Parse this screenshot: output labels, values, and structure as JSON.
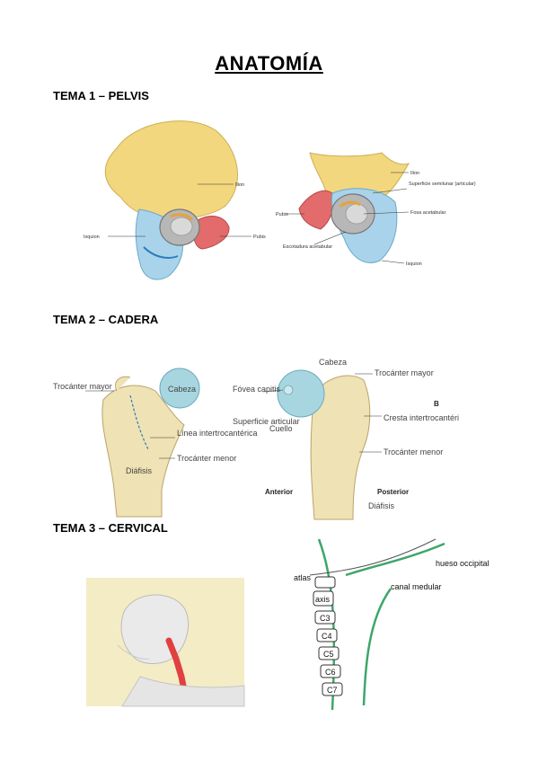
{
  "document": {
    "title": "ANATOMÍA",
    "sections": [
      {
        "heading": "TEMA 1 – PELVIS"
      },
      {
        "heading": "TEMA 2 – CADERA"
      },
      {
        "heading": "TEMA 3 – CERVICAL"
      }
    ]
  },
  "pelvis_lateral": {
    "labels": [
      "Ilion",
      "Isquion",
      "Pubis"
    ]
  },
  "pelvis_acetabulum": {
    "labels": [
      "Ilion",
      "Superficie semilunar (articular)",
      "Pubis",
      "Fosa acetabular",
      "Escotadura acetabular",
      "Isquion"
    ]
  },
  "femur_anterior": {
    "labels": [
      "Trocánter mayor",
      "Cabeza",
      "Línea intertrocantérica",
      "Trocánter menor",
      "Diáfisis"
    ]
  },
  "femur_posterior": {
    "labels": [
      "Cabeza",
      "Trocánter mayor",
      "Fóvea capitis",
      "Superficie articular",
      "Cuello",
      "Cresta intertrocantéri",
      "Trocánter menor",
      "Diáfisis",
      "Anterior",
      "Posterior",
      "B"
    ]
  },
  "cervical_spine": {
    "labels": [
      "atlas",
      "axis",
      "C3",
      "C4",
      "C5",
      "C6",
      "C7",
      "hueso occipital",
      "canal medular"
    ]
  },
  "colors": {
    "ilium": "#f2d77e",
    "ischium": "#a9d3ea",
    "pubis": "#e36b6b",
    "bone": "#efe2b4",
    "head": "#a8d6e0",
    "spinal_canal": "#3fa66a",
    "neck_bg": "#f4ecc4"
  }
}
